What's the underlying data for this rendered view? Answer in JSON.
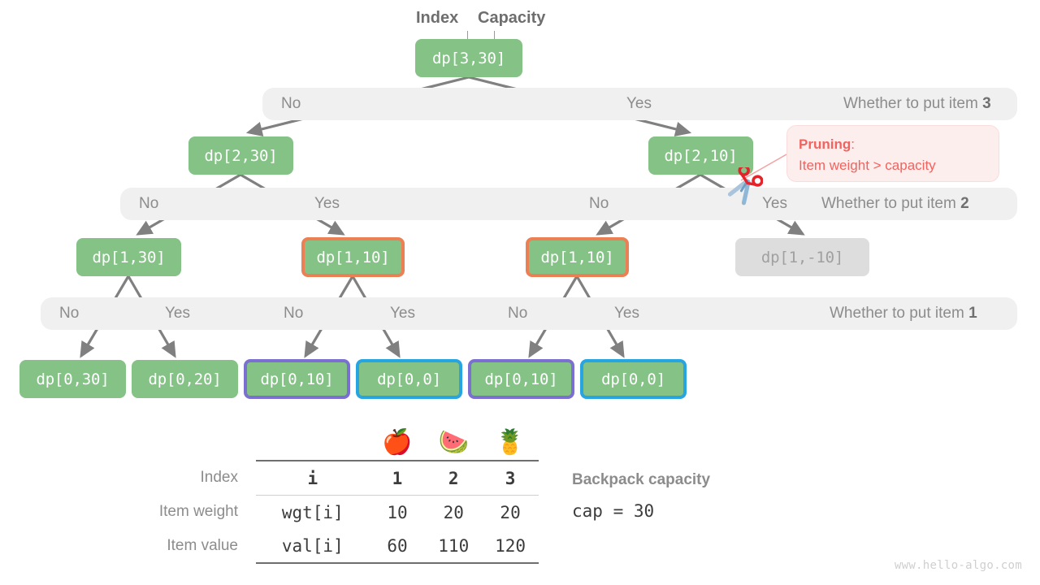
{
  "header": {
    "index_label": "Index",
    "capacity_label": "Capacity"
  },
  "tree": {
    "root": {
      "label": "dp[3,30]"
    },
    "level2": [
      {
        "label": "dp[2,30]"
      },
      {
        "label": "dp[2,10]"
      }
    ],
    "level3": [
      {
        "label": "dp[1,30]"
      },
      {
        "label": "dp[1,10]"
      },
      {
        "label": "dp[1,10]"
      },
      {
        "label": "dp[1,-10]"
      }
    ],
    "leaves": [
      {
        "label": "dp[0,30]"
      },
      {
        "label": "dp[0,20]"
      },
      {
        "label": "dp[0,10]"
      },
      {
        "label": "dp[0,0]"
      },
      {
        "label": "dp[0,10]"
      },
      {
        "label": "dp[0,0]"
      }
    ]
  },
  "bands": [
    {
      "no": "No",
      "yes": "Yes",
      "question_prefix": "Whether to put item ",
      "question_item": "3"
    },
    {
      "no_left": "No",
      "yes_left": "Yes",
      "no_right": "No",
      "yes_right": "Yes",
      "question_prefix": "Whether to put item ",
      "question_item": "2"
    },
    {
      "no1": "No",
      "yes1": "Yes",
      "no2": "No",
      "yes2": "Yes",
      "no3": "No",
      "yes3": "Yes",
      "question_prefix": "Whether to put item ",
      "question_item": "1"
    }
  ],
  "callout": {
    "title": "Pruning",
    "colon": ":",
    "body": "Item weight > capacity"
  },
  "table": {
    "icons": [
      "🍎",
      "🍉",
      "🍍"
    ],
    "rows": [
      {
        "label": "Index",
        "key": "i",
        "values": [
          "1",
          "2",
          "3"
        ]
      },
      {
        "label": "Item weight",
        "key": "wgt[i]",
        "values": [
          "10",
          "20",
          "20"
        ]
      },
      {
        "label": "Item value",
        "key": "val[i]",
        "values": [
          "60",
          "110",
          "120"
        ]
      }
    ]
  },
  "capacity_note": {
    "title": "Backpack capacity",
    "value": "cap = 30"
  },
  "watermark": "www.hello-algo.com",
  "colors": {
    "node_green": "#84c286",
    "node_gray": "#dddddd",
    "border_orange": "#ec8055",
    "border_purple": "#7b6fd1",
    "border_blue": "#27a4e2",
    "band_gray": "#f0f0f0",
    "edge_gray": "#808080",
    "prune_red": "#f0635f"
  }
}
